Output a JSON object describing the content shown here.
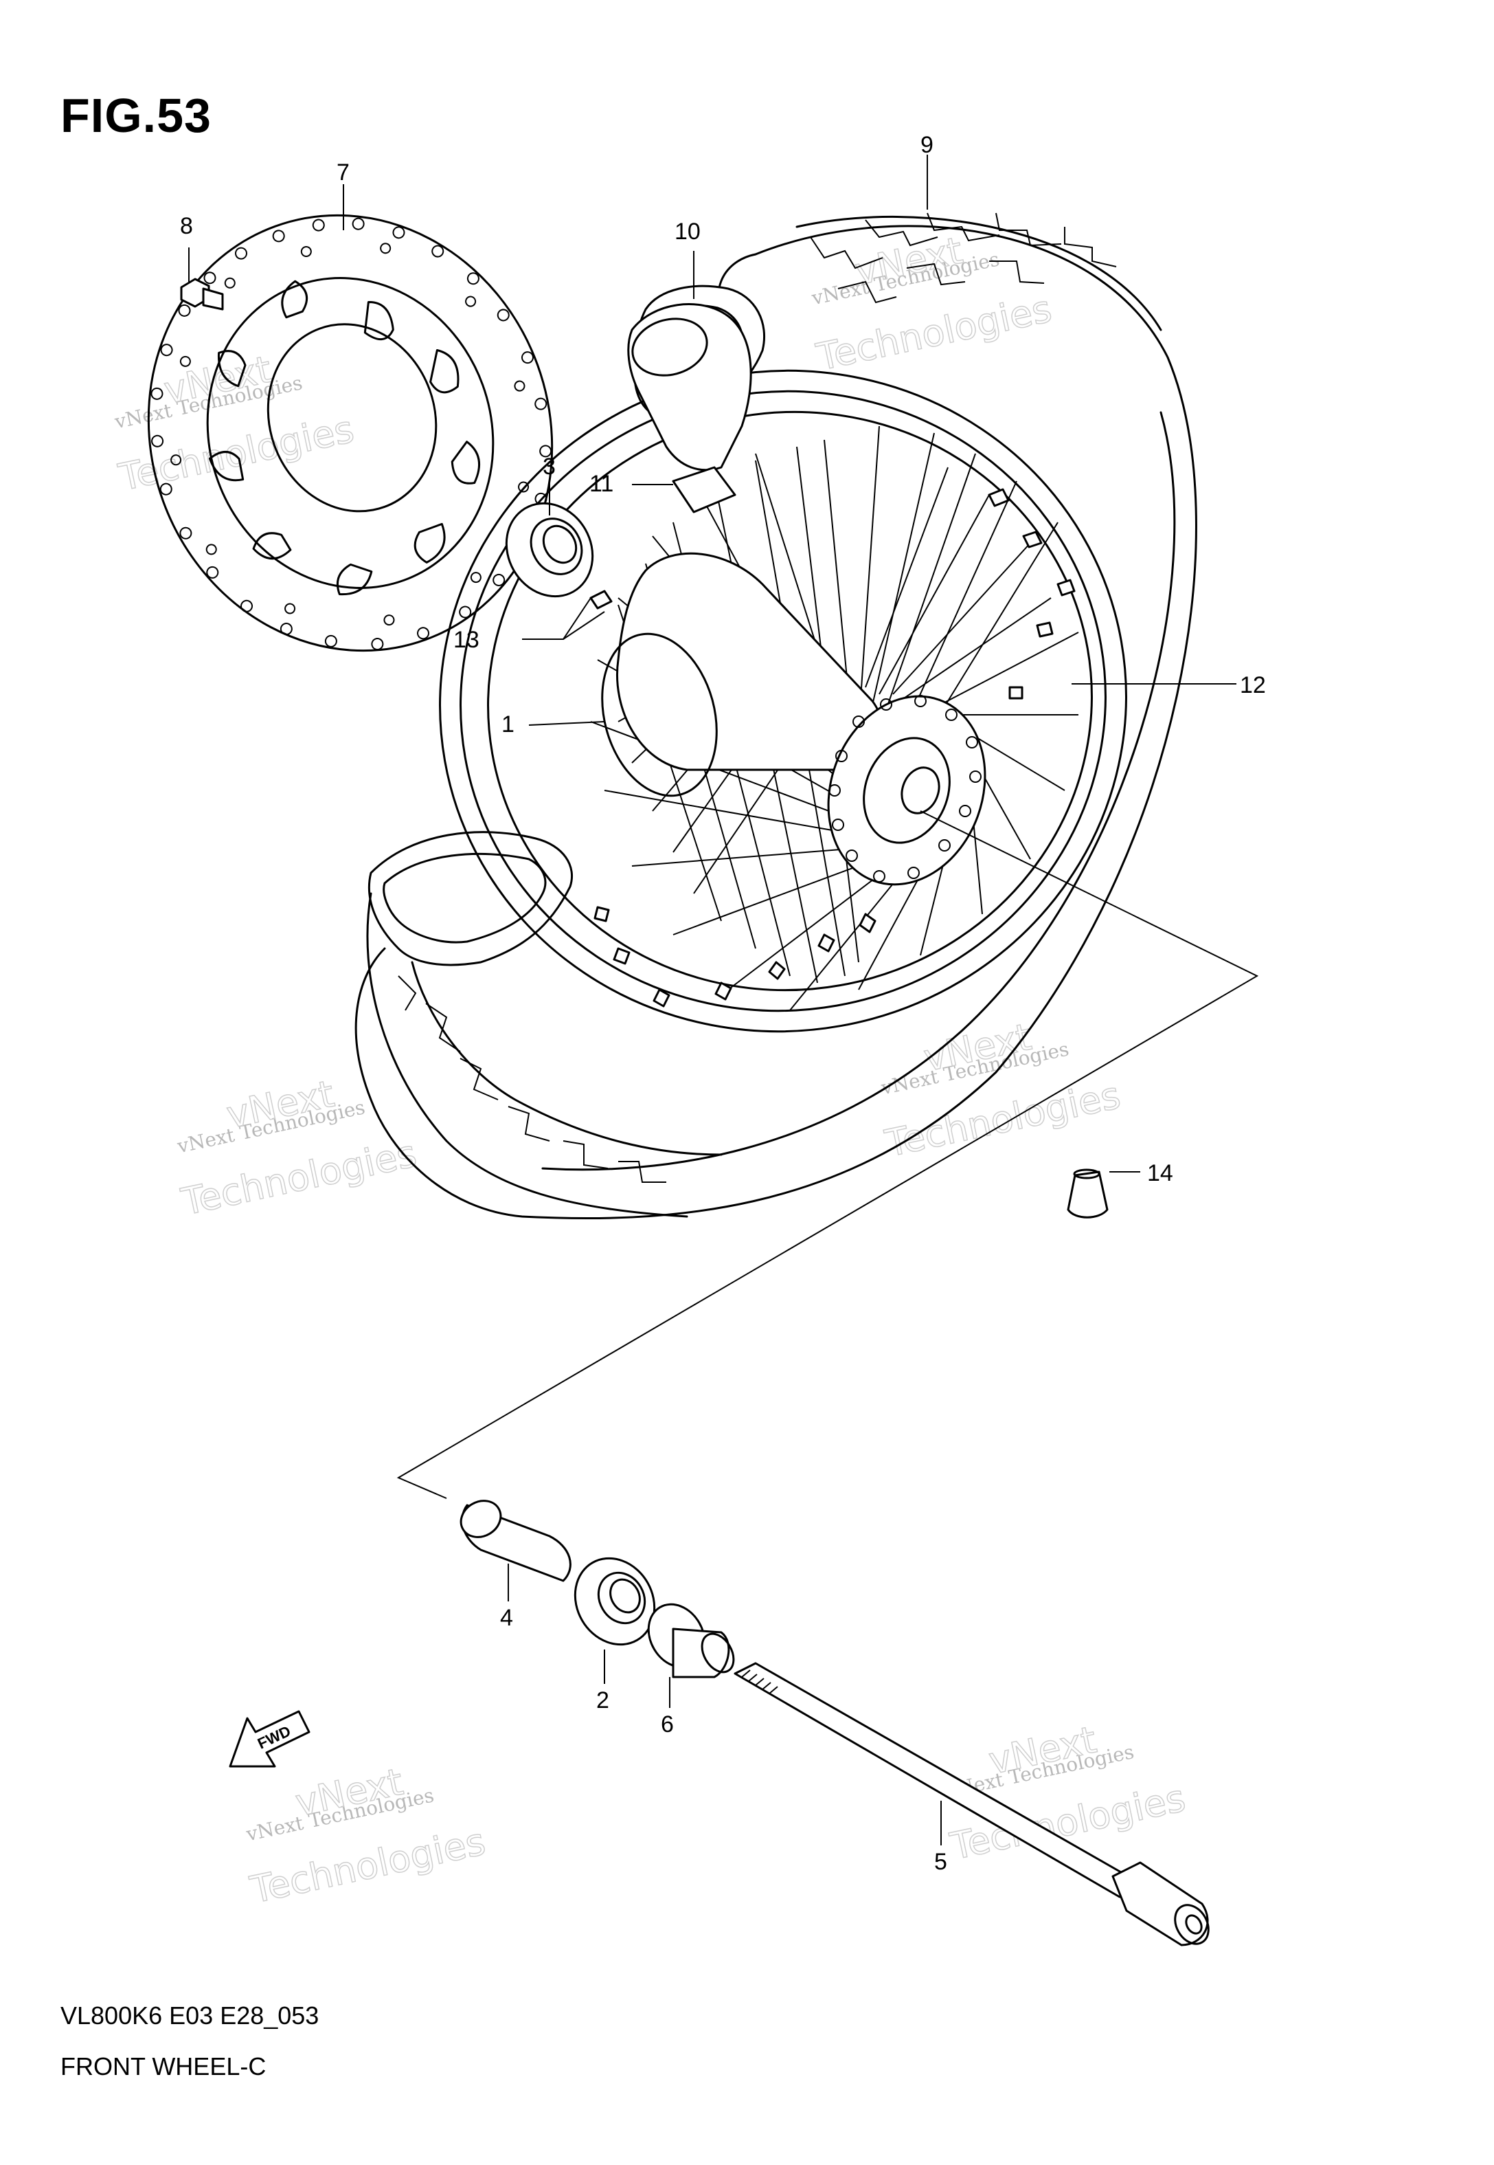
{
  "figure": {
    "title": "FIG.53",
    "code": "VL800K6 E03 E28_053",
    "name": "FRONT WHEEL-C"
  },
  "callouts": {
    "c1": "1",
    "c2": "2",
    "c3": "3",
    "c4": "4",
    "c5": "5",
    "c6": "6",
    "c7": "7",
    "c8": "8",
    "c9": "9",
    "c10": "10",
    "c11": "11",
    "c12": "12",
    "c13": "13",
    "c14": "14"
  },
  "watermark": {
    "line1": "vNext Technologies",
    "line2": "Technologies",
    "line3": "vNext"
  },
  "fwd_label": "FWD"
}
